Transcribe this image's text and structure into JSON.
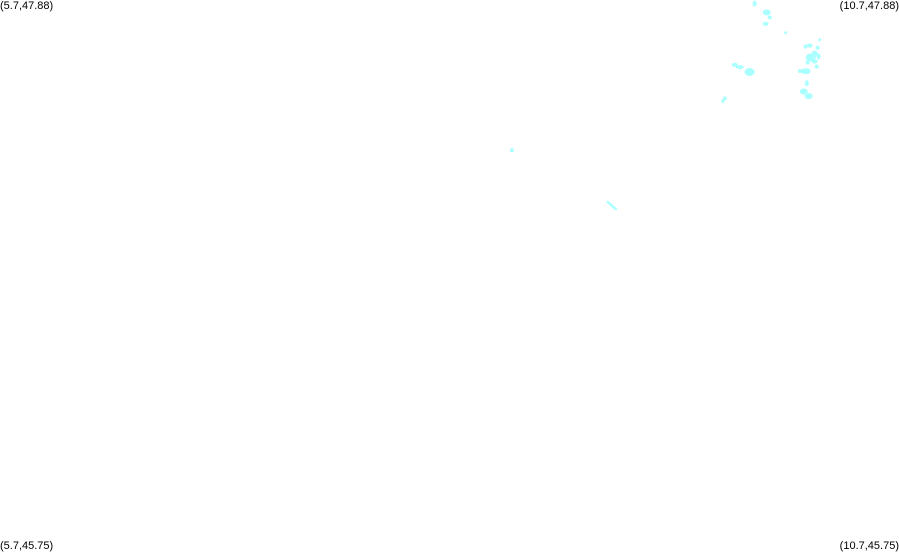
{
  "map": {
    "corners": {
      "top_left": "(5.7,47.88)",
      "top_right": "(10.7,47.88)",
      "bottom_left": "(5.7,45.75)",
      "bottom_right": "(10.7,45.75)"
    },
    "extent": {
      "lon_min": 5.7,
      "lon_max": 10.7,
      "lat_min": 45.75,
      "lat_max": 47.88
    },
    "feature_color": "#aaffff",
    "features": [
      {
        "type": "blob",
        "lon": 9.897,
        "lat": 47.866,
        "rx": 2,
        "ry": 3
      },
      {
        "type": "blob",
        "lon": 9.964,
        "lat": 47.832,
        "rx": 4,
        "ry": 3
      },
      {
        "type": "blob",
        "lon": 9.981,
        "lat": 47.813,
        "rx": 2,
        "ry": 2
      },
      {
        "type": "blob",
        "lon": 9.958,
        "lat": 47.788,
        "rx": 3,
        "ry": 2
      },
      {
        "type": "blob",
        "lon": 10.07,
        "lat": 47.754,
        "rx": 1.5,
        "ry": 1.5
      },
      {
        "type": "blob",
        "lon": 10.259,
        "lat": 47.727,
        "rx": 1.5,
        "ry": 1.5
      },
      {
        "type": "blob",
        "lon": 10.18,
        "lat": 47.7,
        "rx": 2,
        "ry": 2
      },
      {
        "type": "blob",
        "lon": 10.203,
        "lat": 47.704,
        "rx": 3,
        "ry": 2
      },
      {
        "type": "blob",
        "lon": 10.247,
        "lat": 47.696,
        "rx": 2,
        "ry": 2
      },
      {
        "type": "blob",
        "lon": 10.231,
        "lat": 47.673,
        "rx": 3,
        "ry": 3
      },
      {
        "type": "blob",
        "lon": 10.209,
        "lat": 47.658,
        "rx": 5,
        "ry": 4
      },
      {
        "type": "blob",
        "lon": 10.253,
        "lat": 47.662,
        "rx": 2,
        "ry": 3
      },
      {
        "type": "blob",
        "lon": 10.231,
        "lat": 47.643,
        "rx": 3,
        "ry": 2
      },
      {
        "type": "blob",
        "lon": 10.192,
        "lat": 47.639,
        "rx": 2,
        "ry": 2
      },
      {
        "type": "blob",
        "lon": 10.242,
        "lat": 47.623,
        "rx": 2,
        "ry": 2
      },
      {
        "type": "blob",
        "lon": 10.181,
        "lat": 47.605,
        "rx": 5,
        "ry": 3
      },
      {
        "type": "blob",
        "lon": 10.148,
        "lat": 47.606,
        "rx": 2,
        "ry": 2
      },
      {
        "type": "blob",
        "lon": 9.786,
        "lat": 47.63,
        "rx": 3,
        "ry": 2
      },
      {
        "type": "blob",
        "lon": 9.814,
        "lat": 47.621,
        "rx": 4,
        "ry": 2
      },
      {
        "type": "blob",
        "lon": 9.869,
        "lat": 47.602,
        "rx": 5,
        "ry": 4
      },
      {
        "type": "blob",
        "lon": 10.187,
        "lat": 47.559,
        "rx": 2,
        "ry": 3
      },
      {
        "type": "blob",
        "lon": 10.17,
        "lat": 47.527,
        "rx": 4,
        "ry": 3
      },
      {
        "type": "blob",
        "lon": 10.198,
        "lat": 47.509,
        "rx": 4,
        "ry": 3
      },
      {
        "type": "blob",
        "lon": 9.731,
        "lat": 47.5,
        "rx": 2,
        "ry": 2
      },
      {
        "type": "blob",
        "lon": 9.72,
        "lat": 47.49,
        "rx": 1.5,
        "ry": 2
      },
      {
        "type": "blob",
        "lon": 8.547,
        "lat": 47.3,
        "rx": 2,
        "ry": 2
      },
      {
        "type": "segment",
        "lon1": 9.08,
        "lat1": 47.1,
        "lon2": 9.125,
        "lat2": 47.073,
        "width": 2.5
      }
    ]
  }
}
